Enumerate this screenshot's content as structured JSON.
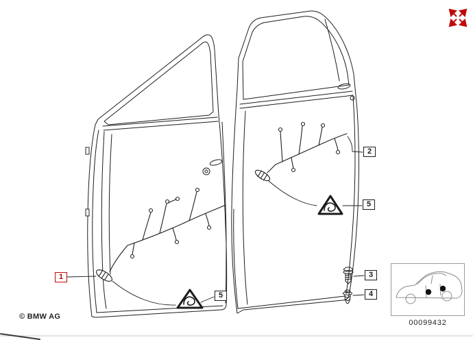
{
  "diagram": {
    "copyright": "© BMW AG",
    "number": "00099432",
    "accent_color": "#c00909",
    "line_color": "#1c1c1c",
    "callouts": [
      {
        "label": "1",
        "highlighted": true
      },
      {
        "label": "2",
        "highlighted": false
      },
      {
        "label": "3",
        "highlighted": false
      },
      {
        "label": "4",
        "highlighted": false
      },
      {
        "label": "5",
        "highlighted": false
      },
      {
        "label": "5",
        "highlighted": false
      }
    ],
    "icons": {
      "fullscreen": "expand-arrows-icon",
      "warning_triangle": "animal-hazard-triangle-icon"
    }
  }
}
